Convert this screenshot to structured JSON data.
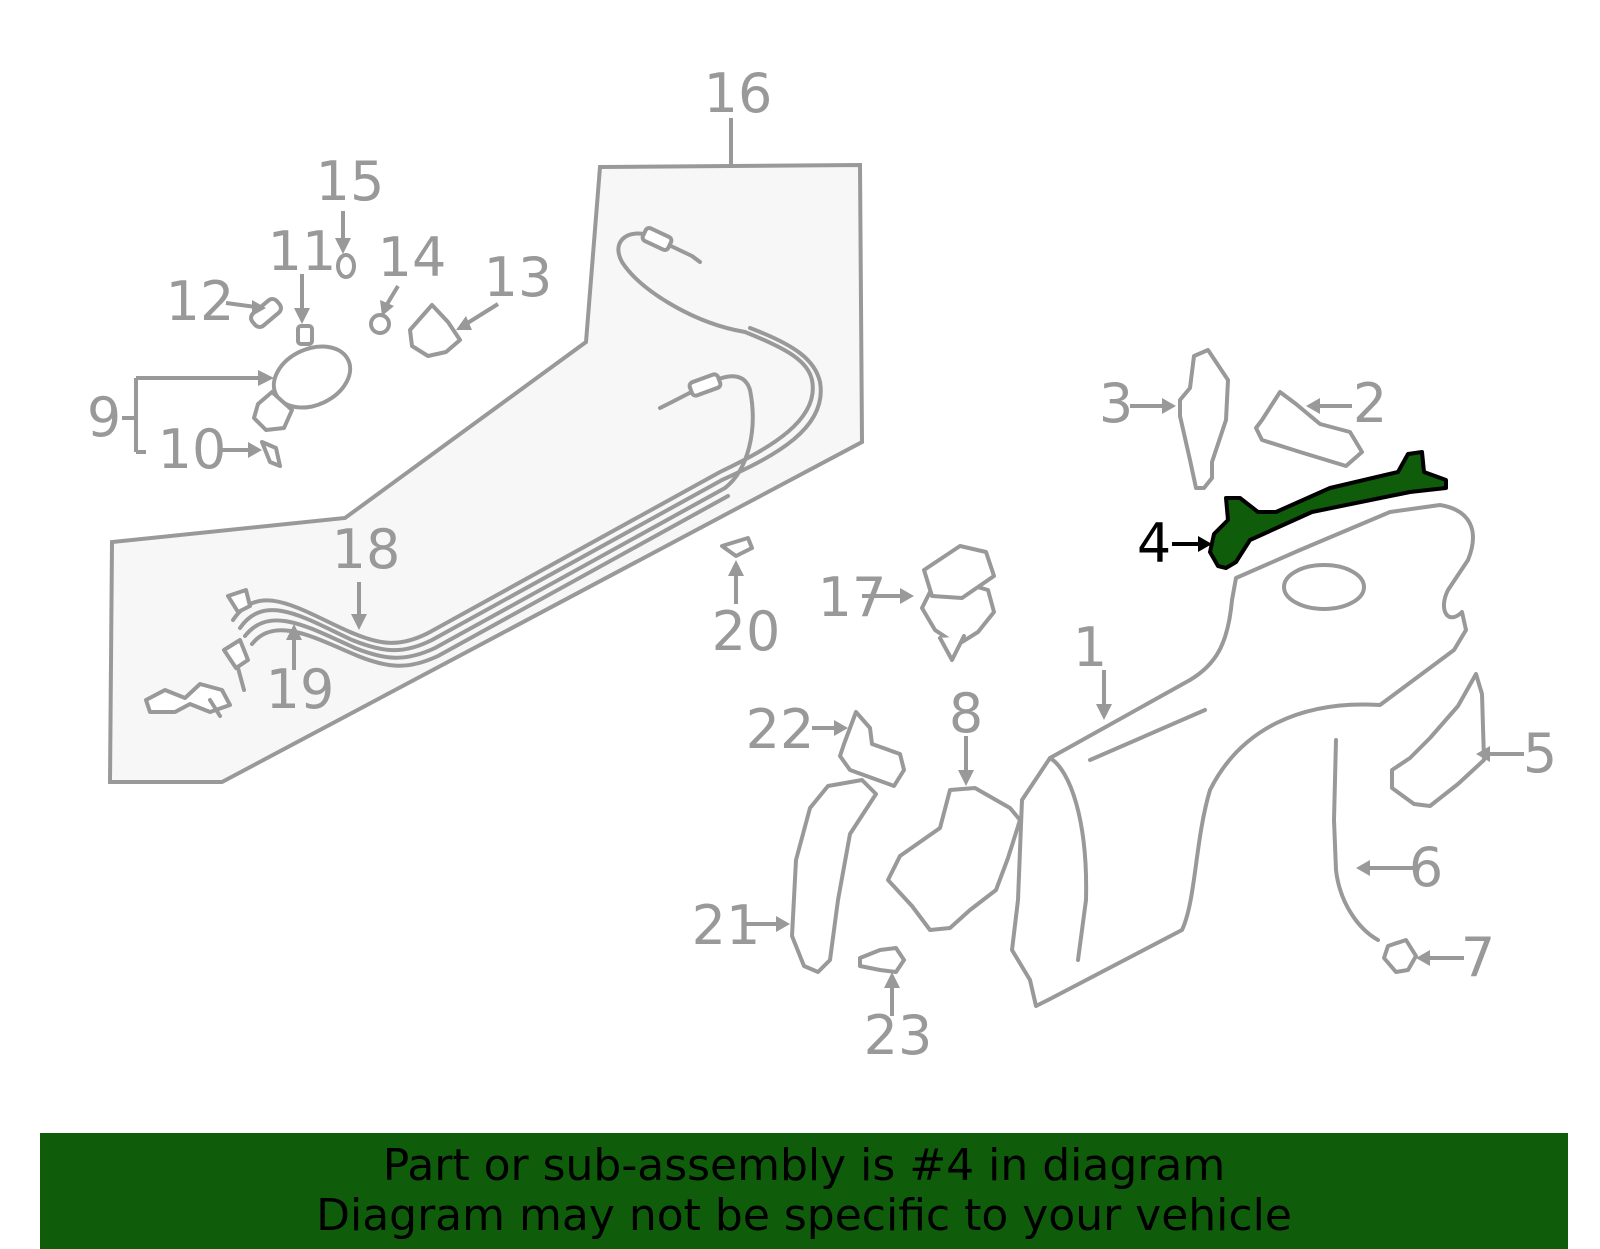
{
  "diagram": {
    "callouts": [
      "1",
      "2",
      "3",
      "4",
      "5",
      "6",
      "7",
      "8",
      "9",
      "10",
      "11",
      "12",
      "13",
      "14",
      "15",
      "16",
      "17",
      "18",
      "19",
      "20",
      "21",
      "22",
      "23"
    ],
    "highlighted_part": "4",
    "colors": {
      "line": "#999999",
      "highlight_fill": "#0f5c0b",
      "panel_fill": "#f7f7f7",
      "highlight_label": "#000000"
    }
  },
  "banner": {
    "line1": "Part or sub-assembly is #4 in diagram",
    "line2": "Diagram may not be specific to your vehicle",
    "background": "#0f5c0b"
  }
}
